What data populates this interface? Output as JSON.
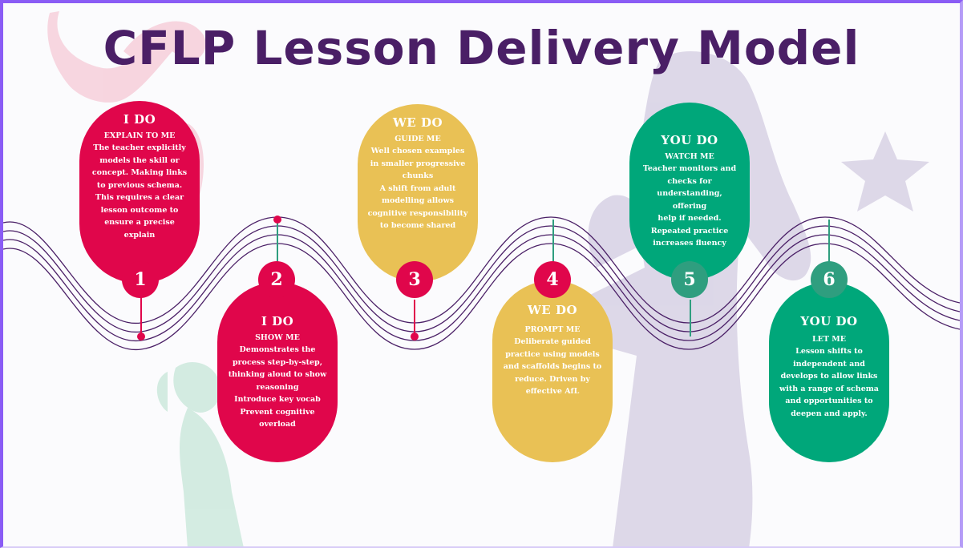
{
  "title": "CFLP Lesson Delivery Model",
  "colors": {
    "red": "#e0064b",
    "yellow": "#e9c155",
    "green": "#00a77a",
    "title": "#4a1f66",
    "wave": "#4a1f66"
  },
  "steps": [
    {
      "number": "1",
      "stage": "I DO",
      "subtitle": "EXPLAIN TO ME",
      "text": "The teacher explicitly\nmodels the skill or\nconcept. Making links\nto previous schema.\nThis requires a clear\nlesson outcome to\nensure a precise explain"
    },
    {
      "number": "2",
      "stage": "I DO",
      "subtitle": "SHOW ME",
      "text": "Demonstrates the\nprocess step-by-step,\nthinking aloud to show\nreasoning\nIntroduce key vocab\nPrevent cognitive\noverload"
    },
    {
      "number": "3",
      "stage": "WE DO",
      "subtitle": "GUIDE ME",
      "text": "Well chosen examples\nin smaller progressive\nchunks\nA shift from adult\nmodelling allows\ncognitive responsibility\nto become shared"
    },
    {
      "number": "4",
      "stage": "WE DO",
      "subtitle": "PROMPT ME",
      "text": "Deliberate guided\npractice using models\nand scaffolds begins to\nreduce. Driven by\neffective AfL"
    },
    {
      "number": "5",
      "stage": "YOU DO",
      "subtitle": "WATCH ME",
      "text": "Teacher monitors and\nchecks for\nunderstanding, offering\nhelp if needed.\nRepeated practice\nincreases fluency"
    },
    {
      "number": "6",
      "stage": "YOU DO",
      "subtitle": "LET ME",
      "text": "Lesson shifts  to\nindependent and\ndevelops to allow links\nwith a range of schema\nand  opportunities to\ndeepen and apply."
    }
  ]
}
